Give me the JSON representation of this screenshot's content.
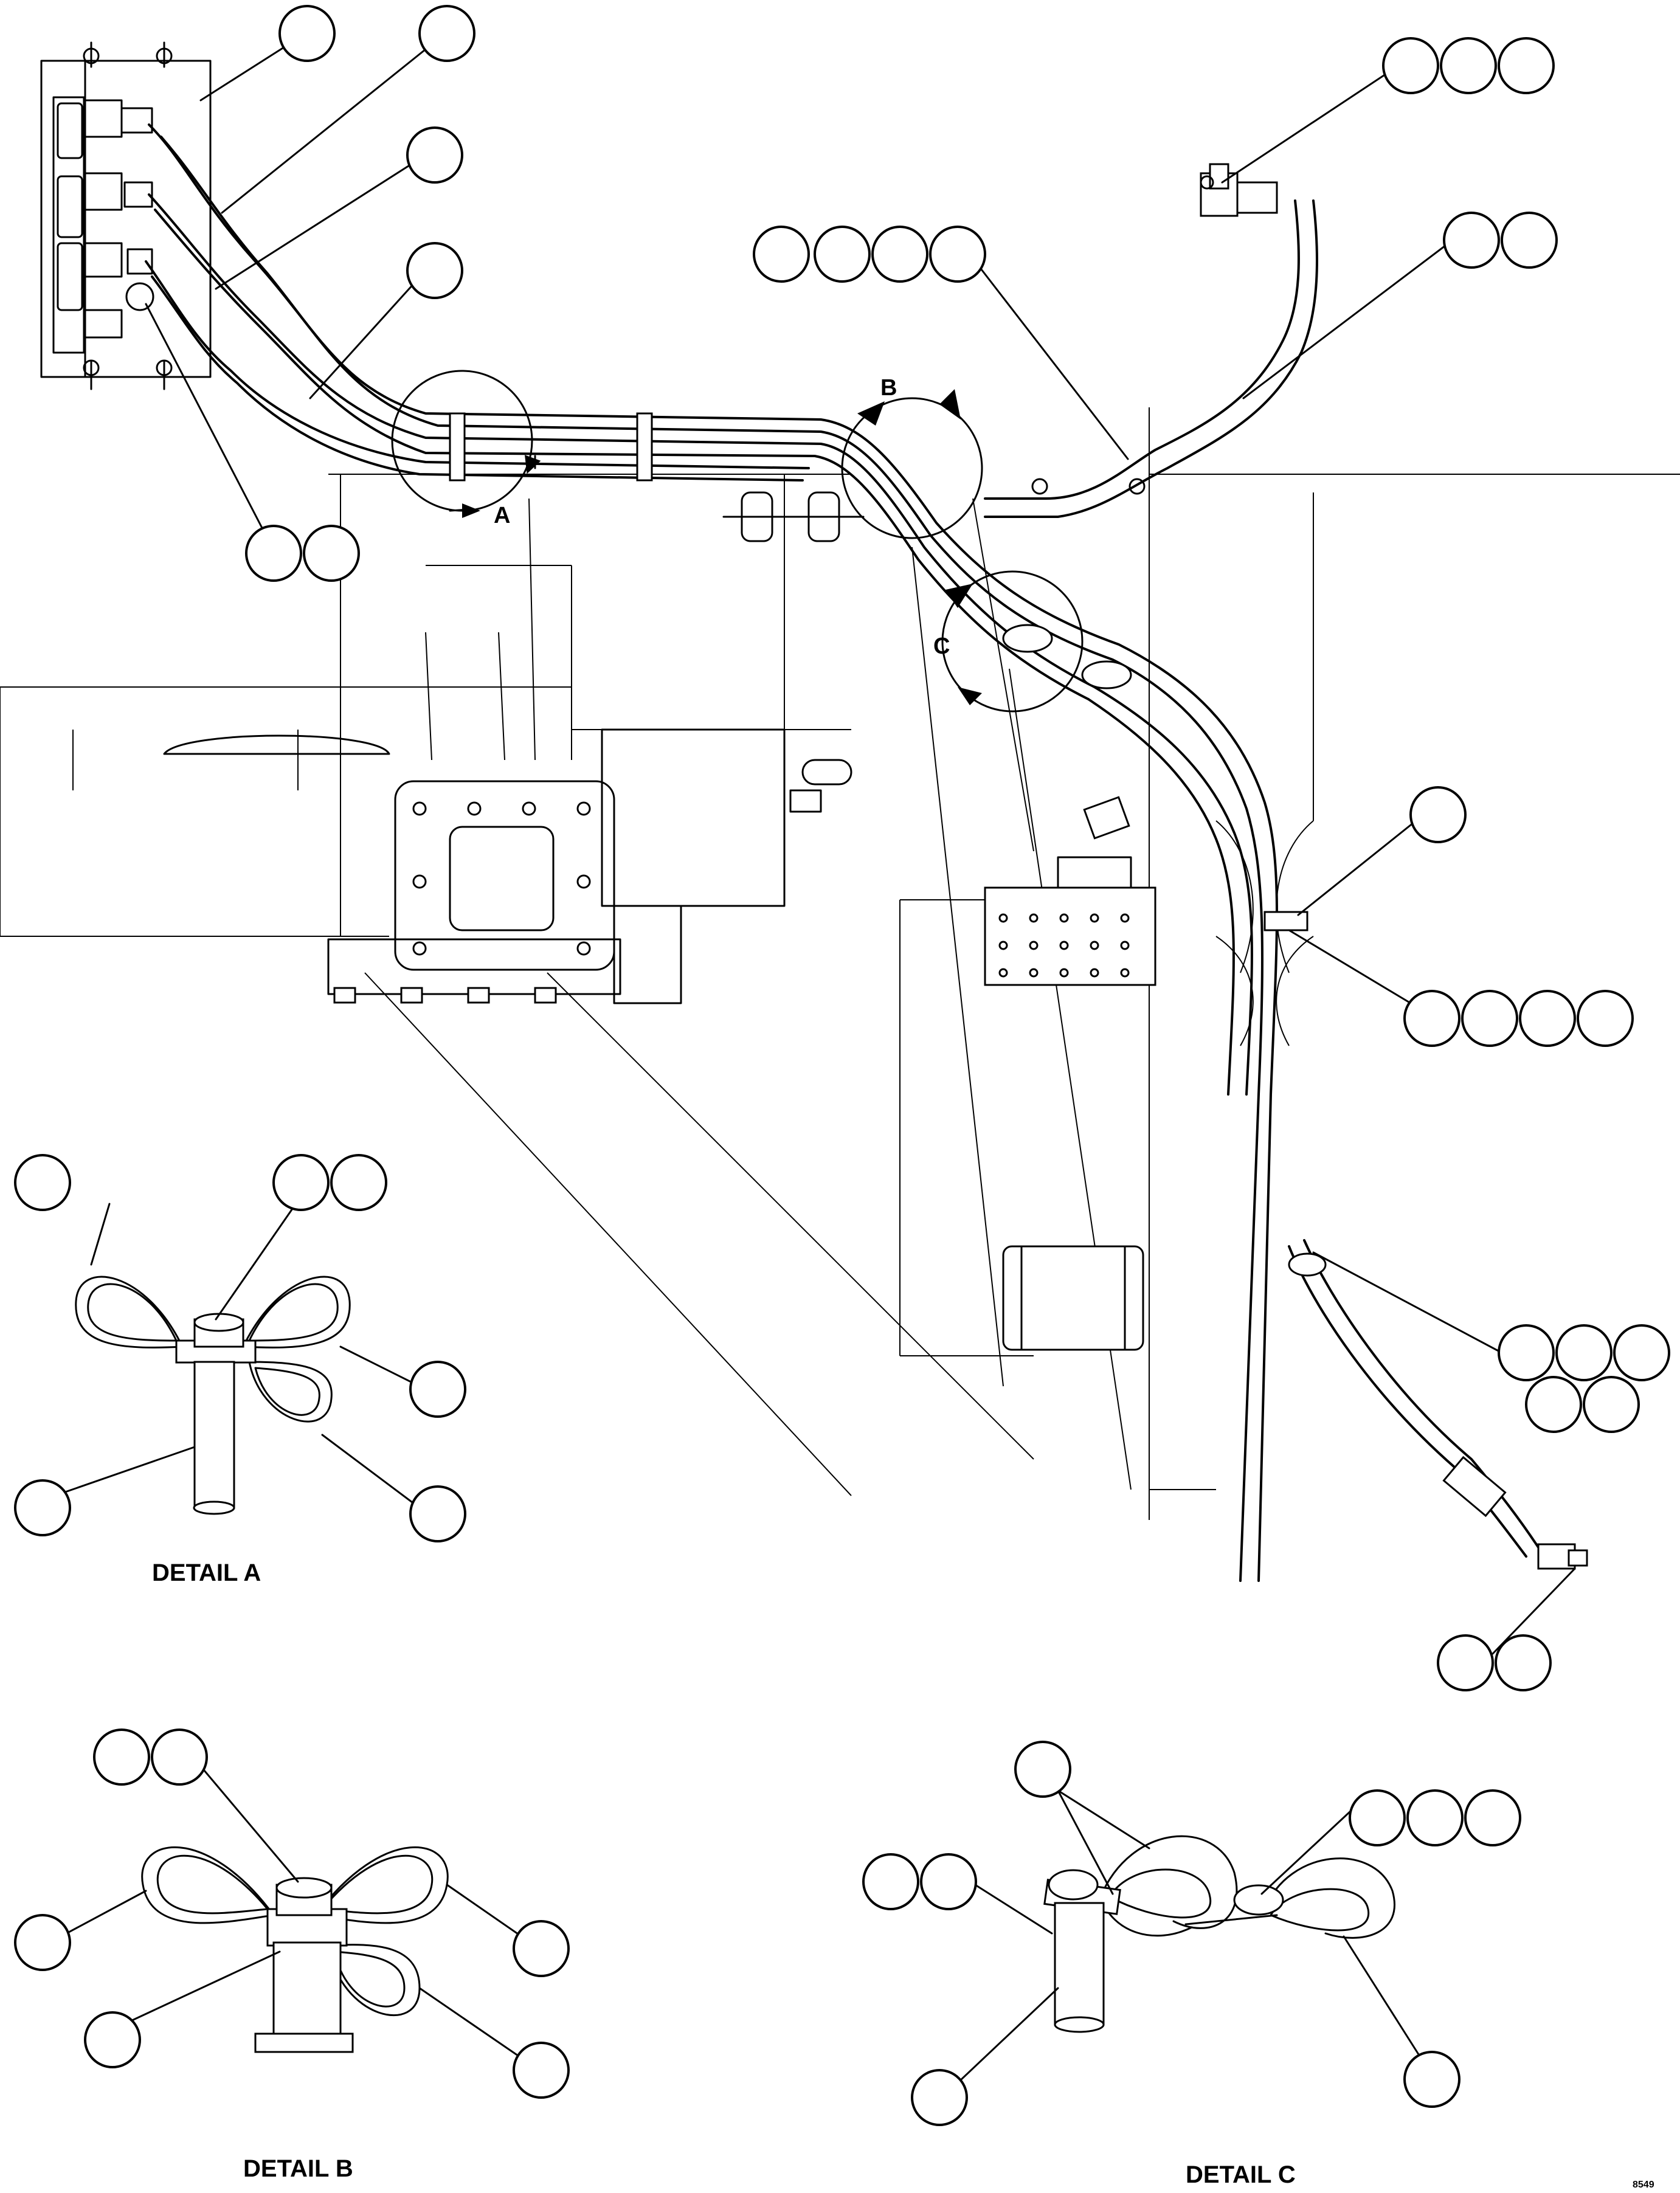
{
  "labels": {
    "view_a": "A",
    "view_b": "B",
    "view_c": "C",
    "detail_a": "DETAIL A",
    "detail_b": "DETAIL B",
    "detail_c": "DETAIL C",
    "drawing_code": "8549"
  }
}
